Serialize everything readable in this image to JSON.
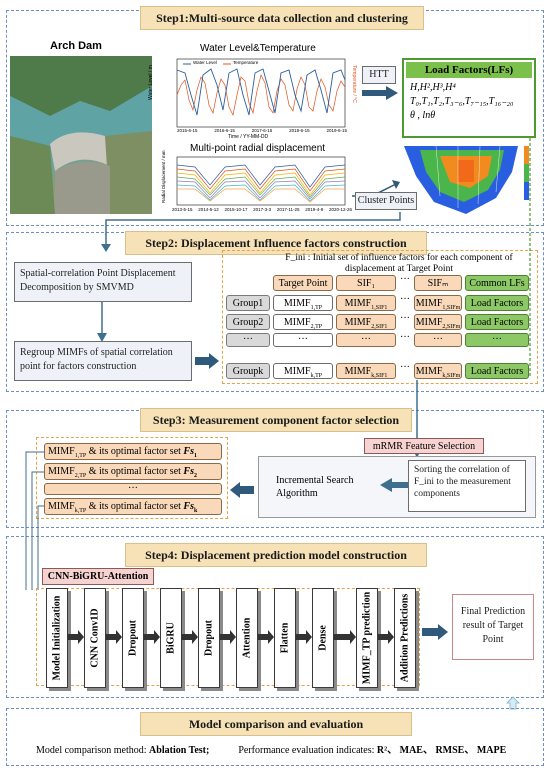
{
  "step1": {
    "title": "Step1:Multi-source data collection and clustering",
    "photo_label": "Arch Dam",
    "wl_chart_title": "Water Level&Temperature",
    "wl_legend_water": "Water Level",
    "wl_legend_temp": "Temperature",
    "wl_xlabel": "Time / YY-MM-DD",
    "wl_ylabel_left": "Water Level / m",
    "wl_ylabel_right": "Temperature / °C",
    "wl_xticks": [
      "2015-6-15",
      "2016-6-15",
      "2017-6-15",
      "2018-6-15",
      "2019-6-15"
    ],
    "disp_chart_title": "Multi-point radial displacement",
    "disp_ylabel": "Radial Displacement / mm",
    "disp_xticks": [
      "2013-5-15",
      "2014-5-12",
      "2015-10-17",
      "2017-3-3",
      "2017-11-25",
      "2019-4-9",
      "2020-12-26"
    ],
    "htt_label": "HTT",
    "cluster_label": "Cluster Points",
    "lf_title": "Load Factors(LFs)",
    "lf_line1": "H,H²,H³,H⁴",
    "lf_line2": "T₀,T₁,T₂,T₃₋₆,T₇₋₁₅,T₁₆₋₂₀",
    "lf_line3": "θ , lnθ"
  },
  "step2": {
    "title": "Step2: Displacement Influence factors construction",
    "decomp_text": "Spatial-correlation Point Displacement Decomposition by SMVMD",
    "regroup_text": "Regroup MIMFs of spatial correlation point for factors construction",
    "finit_text": "F_ini : Initial set of influence factors for each component of displacement at Target Point",
    "header_target": "Target Point",
    "header_sif1": "SIF₁",
    "header_sifm": "SIFₘ",
    "header_common": "Common LFs",
    "dots": "···",
    "rows": [
      {
        "group": "Group1",
        "mimf": "MIMF",
        "mimf_sub": "1,TP",
        "sif1": "MIMF",
        "sif1_sub": "1,SIF1",
        "sifm": "MIMF",
        "sifm_sub": "1,SIFm",
        "lf": "Load Factors"
      },
      {
        "group": "Group2",
        "mimf": "MIMF",
        "mimf_sub": "2,TP",
        "sif1": "MIMF",
        "sif1_sub": "2,SIF1",
        "sifm": "MIMF",
        "sifm_sub": "2,SIFm",
        "lf": "Load Factors"
      },
      {
        "group": "···",
        "mimf": "···",
        "mimf_sub": "",
        "sif1": "···",
        "sif1_sub": "",
        "sifm": "···",
        "sifm_sub": "",
        "lf": "···"
      },
      {
        "group": "Groupk",
        "mimf": "MIMF",
        "mimf_sub": "k,TP",
        "sif1": "MIMF",
        "sif1_sub": "k,SIF1",
        "sifm": "MIMF",
        "sifm_sub": "k,SIFm",
        "lf": "Load Factors"
      }
    ]
  },
  "step3": {
    "title": "Step3: Measurement component factor selection",
    "items": [
      {
        "mimf_sub": "1,TP",
        "text": " & its optimal factor set ",
        "fs": "Fs",
        "fs_sub": "1"
      },
      {
        "mimf_sub": "2,TP",
        "text": " & its optimal factor set ",
        "fs": "Fs",
        "fs_sub": "2"
      },
      {
        "mimf_sub": "k,TP",
        "text": " & its optimal factor set ",
        "fs": "Fs",
        "fs_sub": "k"
      }
    ],
    "mrmr_label": "mRMR Feature Selection",
    "search_text": "Incremental Search Algorithm",
    "sort_text": "Sorting the correlation of F_ini to the measurement components",
    "dots": "···"
  },
  "step4": {
    "title": "Step4: Displacement prediction model construction",
    "model_label": "CNN-BiGRU-Attention",
    "layers": [
      "Model Initialization",
      "CNN Conv1D",
      "Dropout",
      "BiGRU",
      "Dropout",
      "Attention",
      "Flatten",
      "Dense",
      "MIMF_TP prediction",
      "Addition Predictions"
    ],
    "final_text": "Final Prediction result of Target Point"
  },
  "eval": {
    "title": "Model comparison and evaluation",
    "method_prefix": "Model comparison method: ",
    "method_value": "Ablation Test;",
    "perf_prefix": "Performance evaluation indicates: ",
    "perf_value": "R²、 MAE、 RMSE、 MAPE"
  }
}
